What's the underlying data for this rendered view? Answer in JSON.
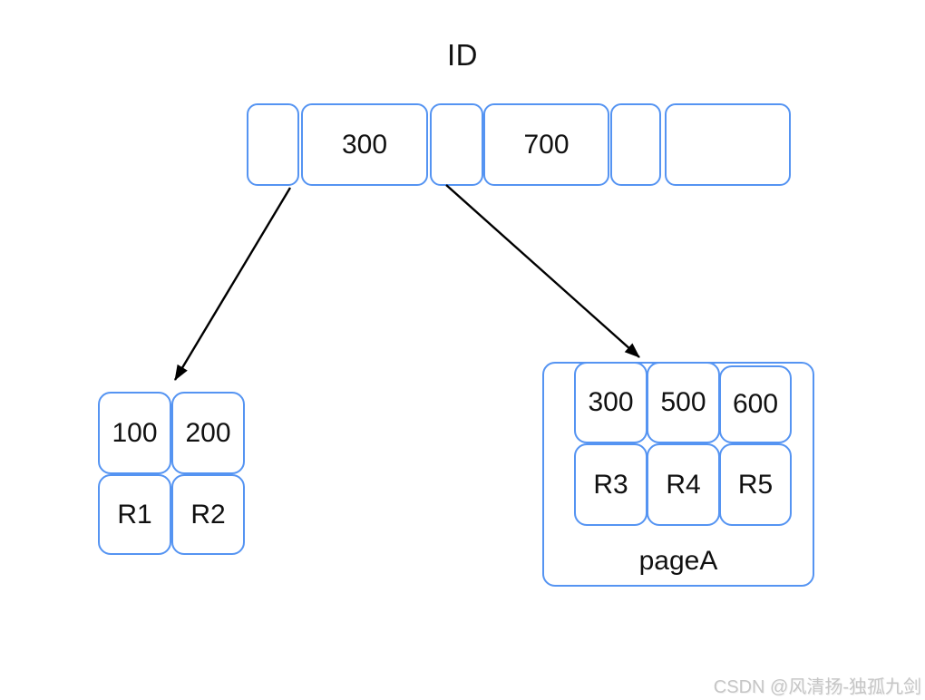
{
  "title": "ID",
  "index_row": {
    "cells": [
      {
        "label": ""
      },
      {
        "label": "300"
      },
      {
        "label": ""
      },
      {
        "label": "700"
      },
      {
        "label": ""
      },
      {
        "label": ""
      }
    ]
  },
  "left_leaf": {
    "keys": [
      "100",
      "200"
    ],
    "records": [
      "R1",
      "R2"
    ]
  },
  "right_leaf": {
    "label": "pageA",
    "keys": [
      "300",
      "500",
      "600"
    ],
    "records": [
      "R3",
      "R4",
      "R5"
    ]
  },
  "watermark": "CSDN @风清扬-独孤九剑",
  "colors": {
    "box_border": "#5594f2",
    "arrow": "#000000",
    "text": "#111111",
    "watermark": "#c6c6c6"
  }
}
